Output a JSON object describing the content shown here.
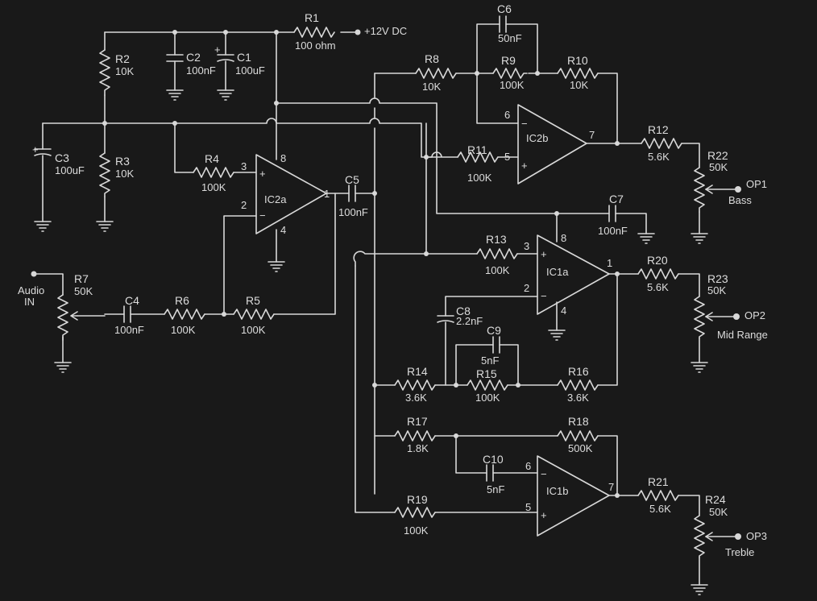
{
  "colors": {
    "background": "#191919",
    "wire": "#d8d8d8",
    "text": "#dcdcdc"
  },
  "supply": {
    "label": "+12V DC"
  },
  "opamps": {
    "ic2a": {
      "name": "IC2a",
      "pin_plus": "3",
      "pin_minus": "2",
      "pin_out": "1",
      "pin_v": "8",
      "pin_gnd": "4"
    },
    "ic2b": {
      "name": "IC2b",
      "pin_minus": "6",
      "pin_plus": "5",
      "pin_out": "7"
    },
    "ic1a": {
      "name": "IC1a",
      "pin_plus": "3",
      "pin_minus": "2",
      "pin_out": "1",
      "pin_v": "8",
      "pin_gnd": "4"
    },
    "ic1b": {
      "name": "IC1b",
      "pin_minus": "6",
      "pin_plus": "5",
      "pin_out": "7"
    }
  },
  "resistors": {
    "R1": {
      "name": "R1",
      "value": "100 ohm"
    },
    "R2": {
      "name": "R2",
      "value": "10K"
    },
    "R3": {
      "name": "R3",
      "value": "10K"
    },
    "R4": {
      "name": "R4",
      "value": "100K"
    },
    "R5": {
      "name": "R5",
      "value": "100K"
    },
    "R6": {
      "name": "R6",
      "value": "100K"
    },
    "R8": {
      "name": "R8",
      "value": "10K"
    },
    "R9": {
      "name": "R9",
      "value": "100K"
    },
    "R10": {
      "name": "R10",
      "value": "10K"
    },
    "R11": {
      "name": "R11",
      "value": "100K"
    },
    "R12": {
      "name": "R12",
      "value": "5.6K"
    },
    "R13": {
      "name": "R13",
      "value": "100K"
    },
    "R14": {
      "name": "R14",
      "value": "3.6K"
    },
    "R15": {
      "name": "R15",
      "value": "100K"
    },
    "R16": {
      "name": "R16",
      "value": "3.6K"
    },
    "R17": {
      "name": "R17",
      "value": "1.8K"
    },
    "R18": {
      "name": "R18",
      "value": "500K"
    },
    "R19": {
      "name": "R19",
      "value": "100K"
    },
    "R20": {
      "name": "R20",
      "value": "5.6K"
    },
    "R21": {
      "name": "R21",
      "value": "5.6K"
    }
  },
  "pots": {
    "R7": {
      "name": "R7",
      "value": "50K"
    },
    "R22": {
      "name": "R22",
      "value": "50K"
    },
    "R23": {
      "name": "R23",
      "value": "50K"
    },
    "R24": {
      "name": "R24",
      "value": "50K"
    }
  },
  "capacitors": {
    "C1": {
      "name": "C1",
      "value": "100uF"
    },
    "C2": {
      "name": "C2",
      "value": "100nF"
    },
    "C3": {
      "name": "C3",
      "value": "100uF"
    },
    "C4": {
      "name": "C4",
      "value": "100nF"
    },
    "C5": {
      "name": "C5",
      "value": "100nF"
    },
    "C6": {
      "name": "C6",
      "value": "50nF"
    },
    "C7": {
      "name": "C7",
      "value": "100nF"
    },
    "C8": {
      "name": "C8",
      "value": "2.2nF"
    },
    "C9": {
      "name": "C9",
      "value": "5nF"
    },
    "C10": {
      "name": "C10",
      "value": "5nF"
    }
  },
  "polarity_mark": "+",
  "io": {
    "audio_in_1": "Audio",
    "audio_in_2": "IN",
    "op1": "OP1",
    "op1_desc": "Bass",
    "op2": "OP2",
    "op2_desc": "Mid Range",
    "op3": "OP3",
    "op3_desc": "Treble"
  }
}
